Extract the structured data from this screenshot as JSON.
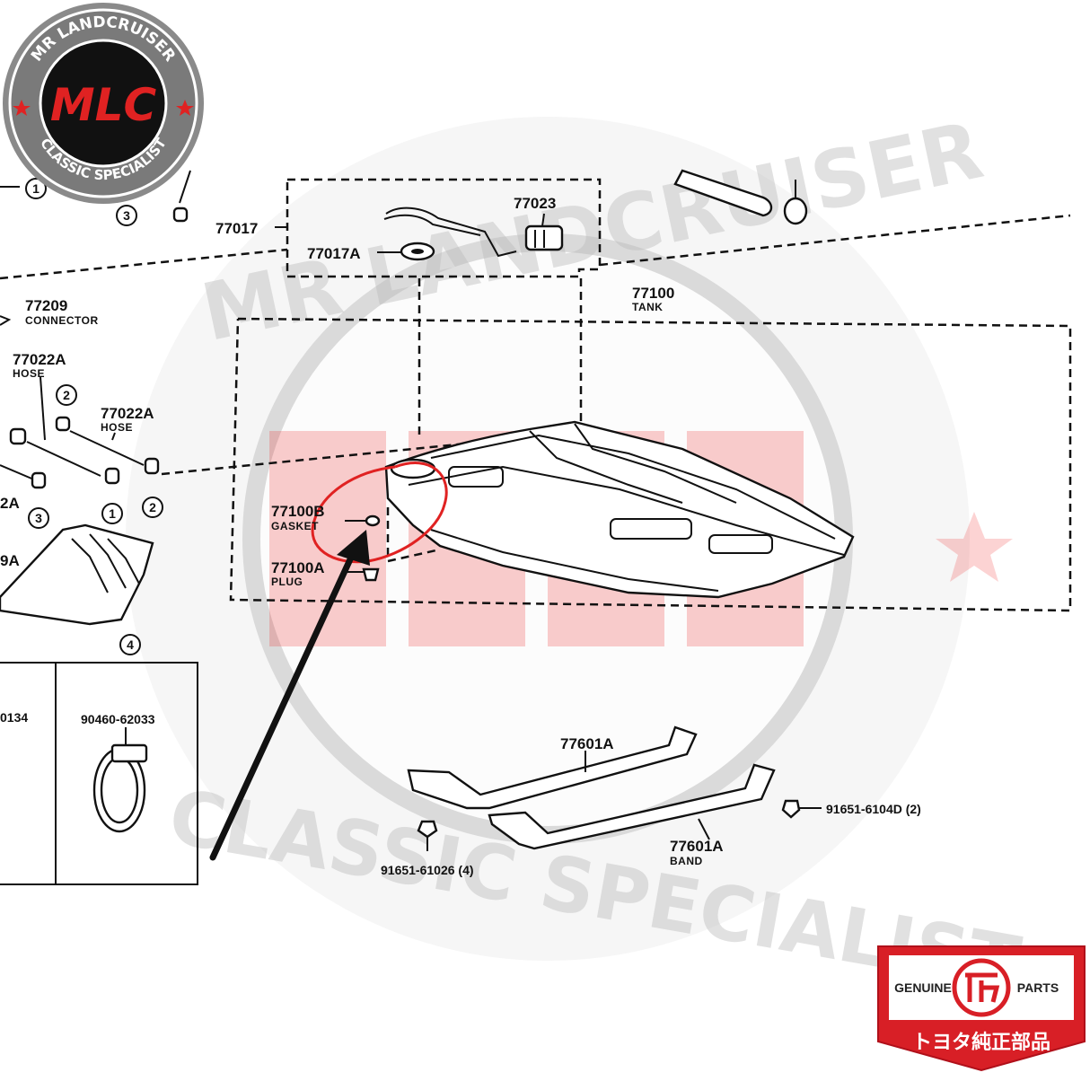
{
  "watermark": {
    "top_text": "MR LANDCRUISER",
    "bottom_text": "CLASSIC SPECIALIST"
  },
  "logo": {
    "top_text": "MR LANDCRUISER",
    "monogram": "MLC",
    "bottom_text": "CLASSIC SPECIALIST",
    "accent_color": "#e02222",
    "badge_color": "#7a7a7a"
  },
  "genuine_badge": {
    "left_text": "GENUINE",
    "right_text": "PARTS",
    "japanese_text": "トヨタ純正部品",
    "color": "#d81f26"
  },
  "labels": {
    "p77017": "77017",
    "p77023": "77023",
    "p77017a": "77017A",
    "p77100": "77100",
    "p77100_sub": "TANK",
    "p77209": "77209",
    "p77209_sub": "CONNECTOR",
    "p77022a_1": "77022A",
    "p77022a_1_sub": "HOSE",
    "p77022a_2": "77022A",
    "p77022a_2_sub": "HOSE",
    "p77100b": "77100B",
    "p77100b_sub": "GASKET",
    "p77100a": "77100A",
    "p77100a_sub": "PLUG",
    "p_2a": "2A",
    "p_9a": "9A",
    "p_0134": "0134",
    "p90460": "90460-62033",
    "p77601a_1": "77601A",
    "p77601a_2": "77601A",
    "p77601a_2_sub": "BAND",
    "p91651_61040": "91651-6104D (2)",
    "p91651_61026": "91651-61026 (4)",
    "c1a": "1",
    "c3a": "3",
    "c2a": "2",
    "c1b": "1",
    "c3b": "3",
    "c2b": "2",
    "c4": "4"
  }
}
